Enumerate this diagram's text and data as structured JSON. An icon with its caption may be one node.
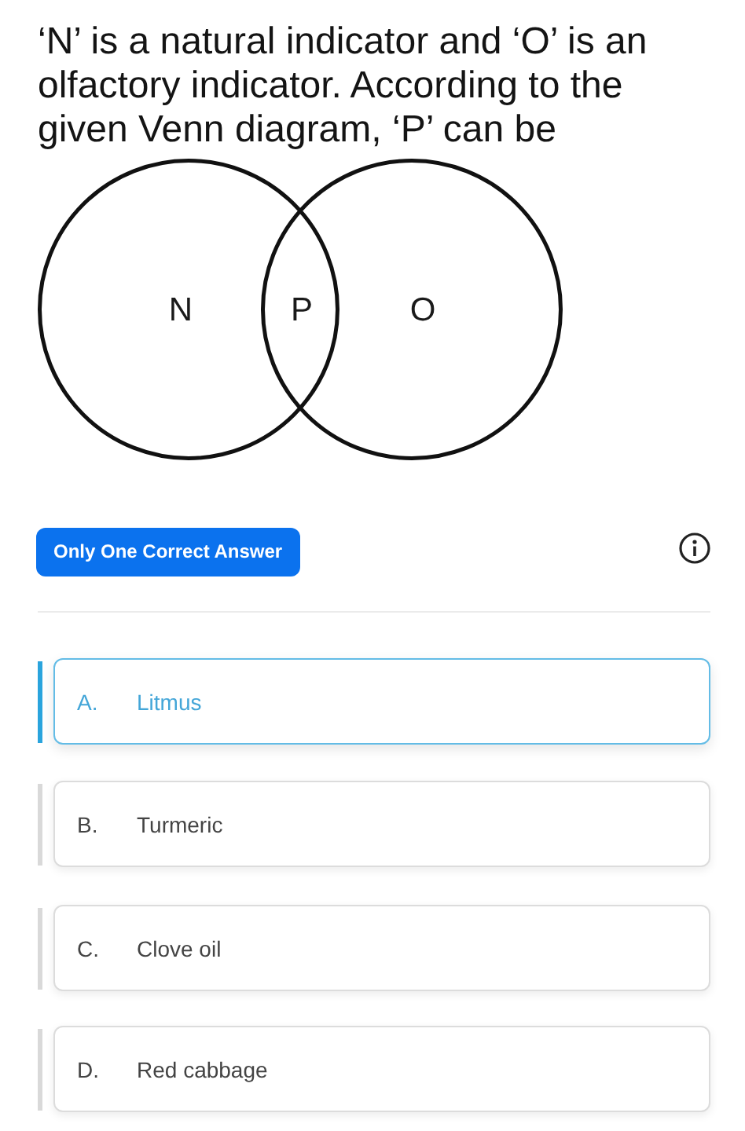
{
  "diagram": {
    "title": "‘N’ is a natural indicator and ‘O’ is an olfactory indicator. According to the given Venn diagram, ‘P’ can be",
    "nodes": [
      {
        "text": [
          "N"
        ]
      },
      {
        "text": [
          "P"
        ]
      },
      {
        "text": [
          "O"
        ]
      },
      {
        "text": [
          "Only One Correct Answer"
        ]
      },
      {
        "text": [
          "A.",
          "Litmus"
        ]
      },
      {
        "text": [
          "B.",
          "Turmeric"
        ]
      },
      {
        "text": [
          "C.",
          "Clove oil"
        ]
      },
      {
        "text": [
          "D.",
          "Red cabbage"
        ]
      }
    ]
  }
}
